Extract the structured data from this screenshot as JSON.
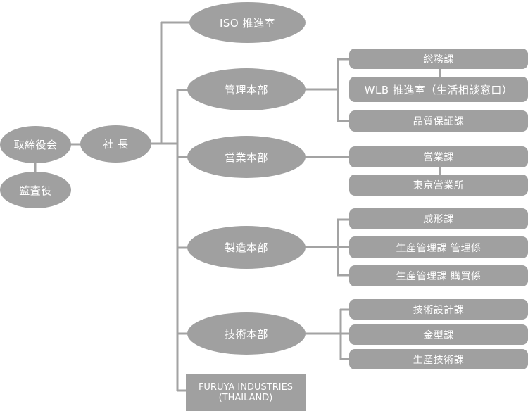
{
  "chart_title": "",
  "colors": {
    "node_fill": "#a0a0a0",
    "node_text": "#ffffff",
    "connector": "#a3a3a3",
    "background": "#ffffff"
  },
  "board": {
    "label": "取締役会"
  },
  "auditor": {
    "label": "監査役"
  },
  "president": {
    "label": "社 長"
  },
  "iso_office": {
    "label": "ISO 推進室"
  },
  "divisions": [
    {
      "label": "管理本部",
      "sections": [
        {
          "label": "総務課"
        },
        {
          "label": "WLB 推進室（生活相談窓口）"
        },
        {
          "label": "品質保証課"
        }
      ]
    },
    {
      "label": "営業本部",
      "sections": [
        {
          "label": "営業課"
        },
        {
          "label": "東京営業所"
        }
      ]
    },
    {
      "label": "製造本部",
      "sections": [
        {
          "label": "成形課"
        },
        {
          "label": "生産管理課 管理係"
        },
        {
          "label": "生産管理課 購買係"
        }
      ]
    },
    {
      "label": "技術本部",
      "sections": [
        {
          "label": "技術設計課"
        },
        {
          "label": "金型課"
        },
        {
          "label": "生産技術課"
        }
      ]
    }
  ],
  "subsidiary": {
    "label_line1": "FURUYA INDUSTRIES",
    "label_line2": "(THAILAND)"
  }
}
